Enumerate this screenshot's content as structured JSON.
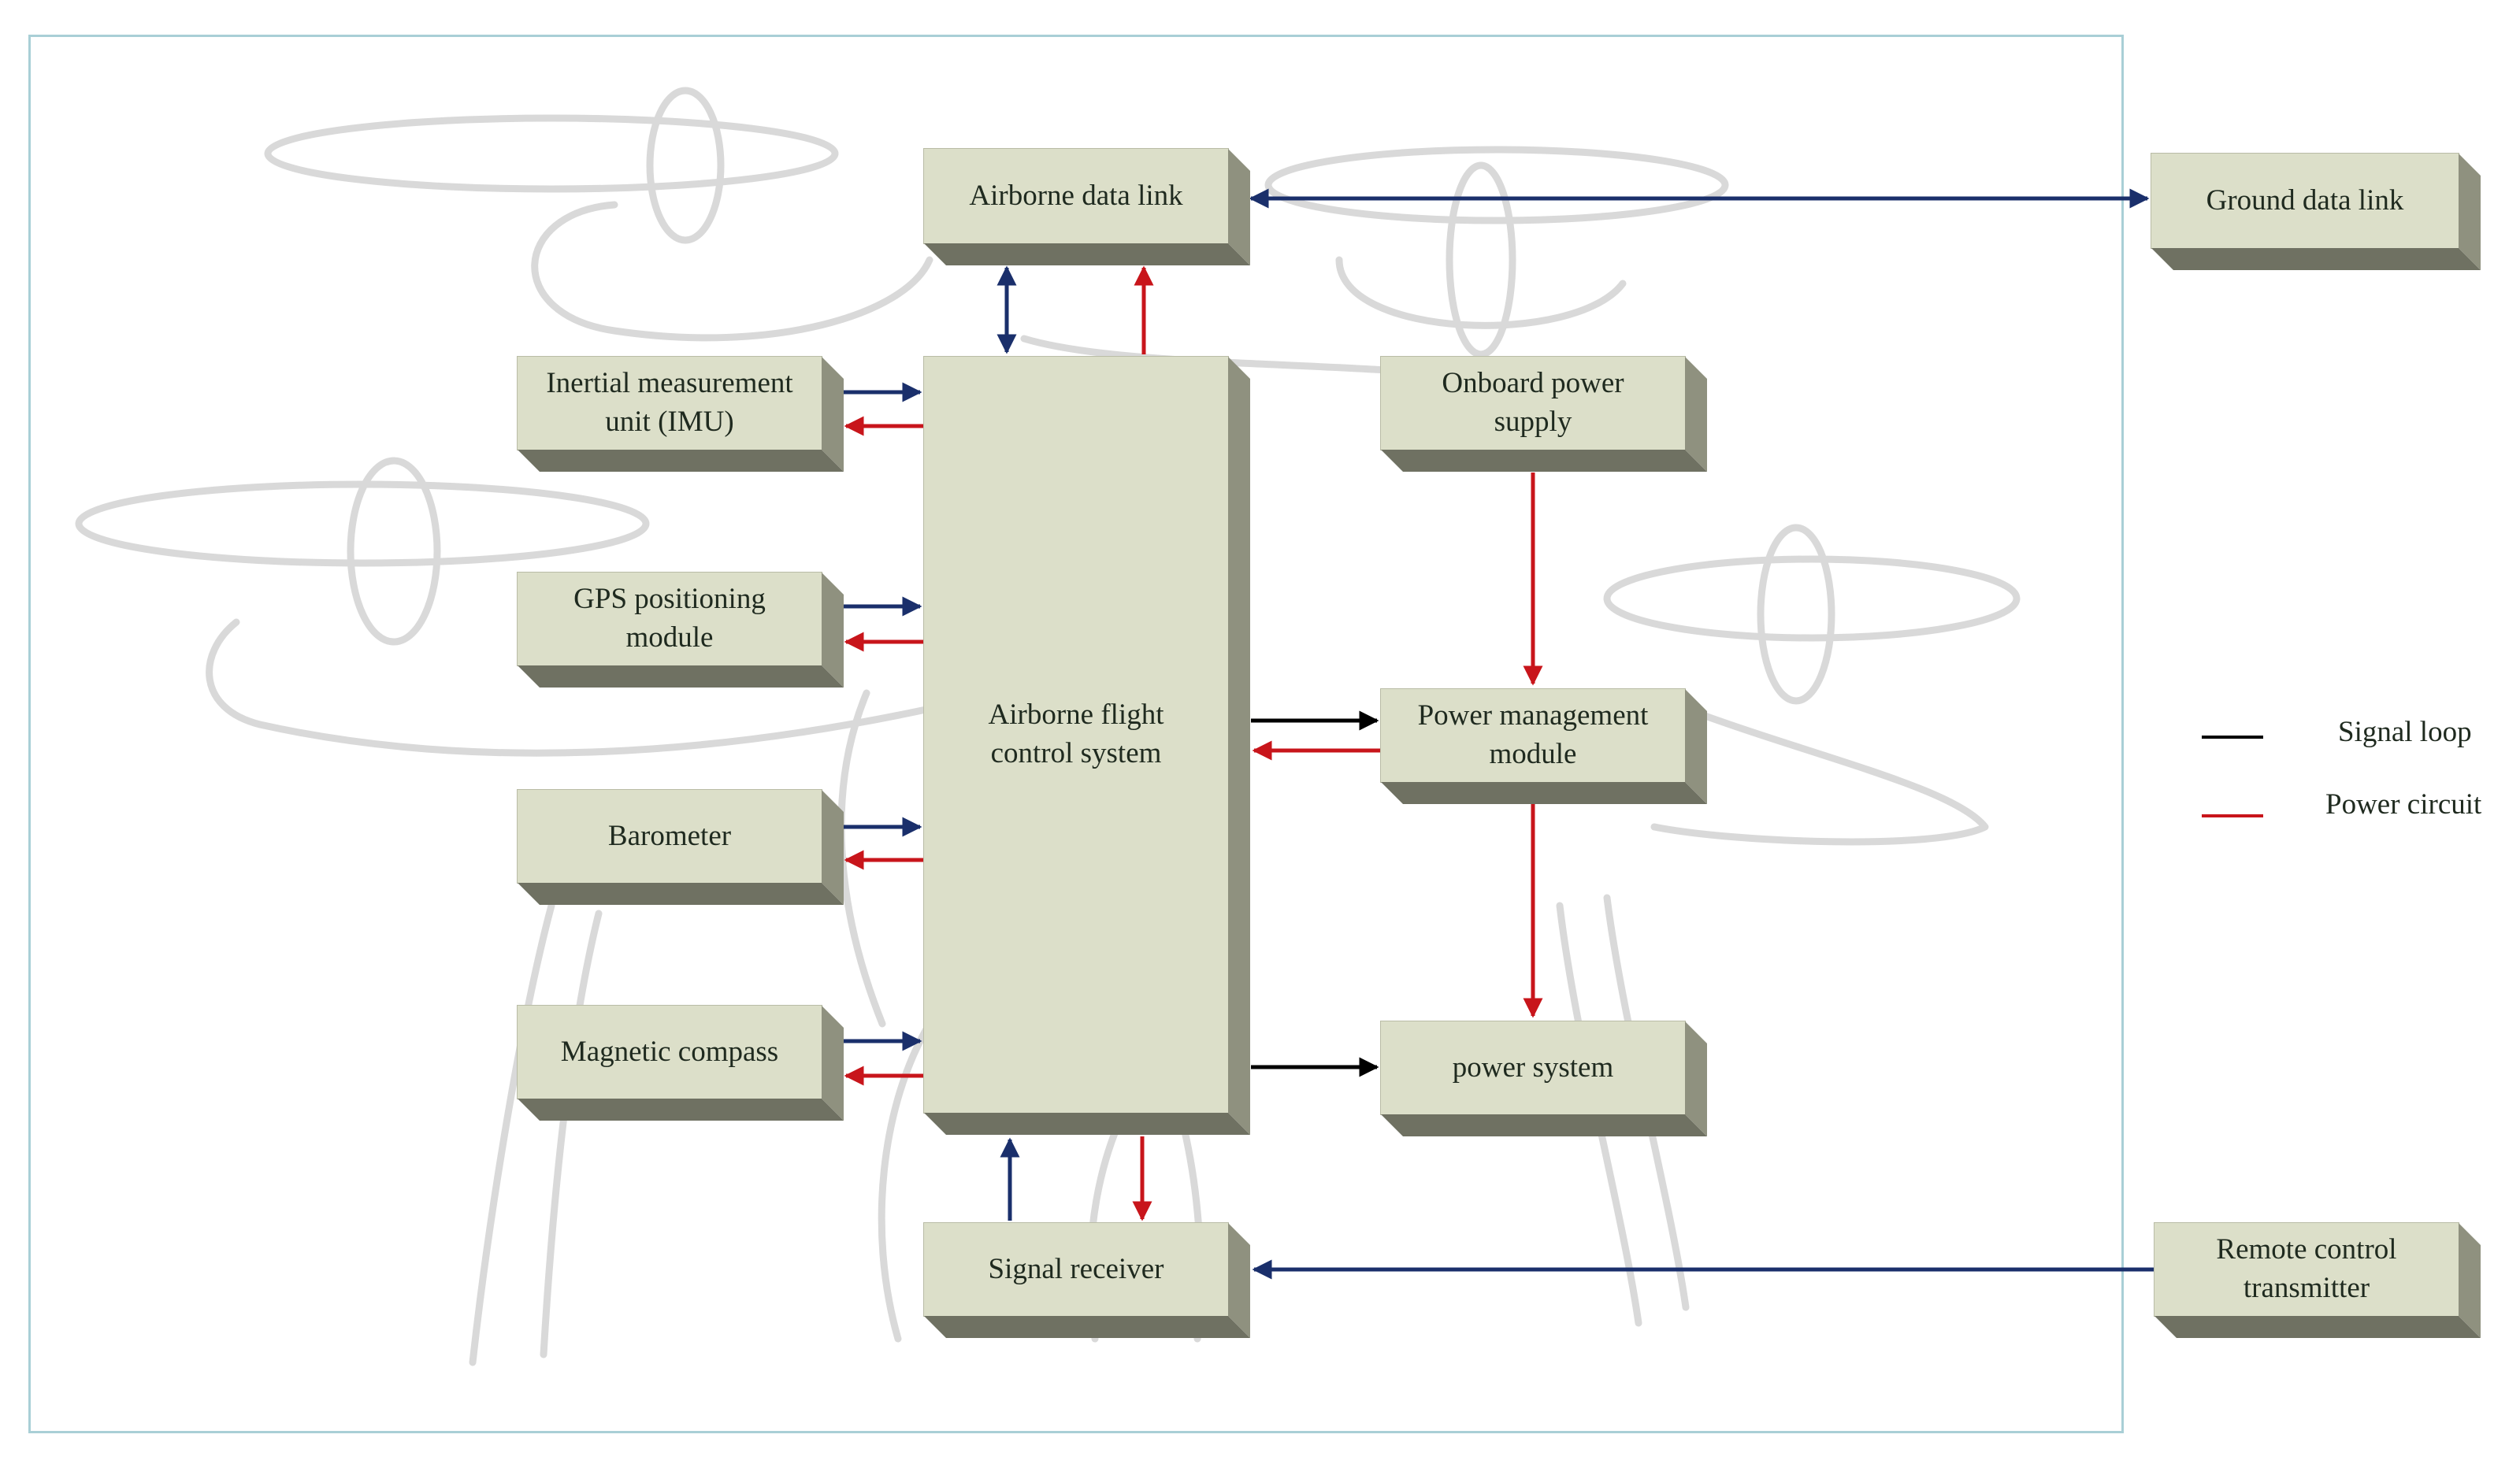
{
  "colors": {
    "signal": "#1a2f6b",
    "signal_loop": "#000000",
    "power": "#c8151b",
    "box_face": "#dcdfc9",
    "box_side": "#8f917f",
    "box_bottom": "#6f7162",
    "frame": "#a9cfd6",
    "background_sketch": "#d9d9d9"
  },
  "boxes": {
    "airborne_data_link": "Airborne data link",
    "ground_data_link": "Ground data link",
    "imu": "Inertial measurement\nunit (IMU)",
    "gps": "GPS positioning\nmodule",
    "barometer": "Barometer",
    "magnetic_compass": "Magnetic compass",
    "flight_control": "Airborne flight\ncontrol system",
    "onboard_power": "Onboard power\nsupply",
    "power_management": "Power management\nmodule",
    "power_system": "power system",
    "signal_receiver": "Signal receiver",
    "remote_control": "Remote control\ntransmitter"
  },
  "legend": {
    "signal_loop": "Signal loop",
    "power_circuit": "Power circuit"
  }
}
